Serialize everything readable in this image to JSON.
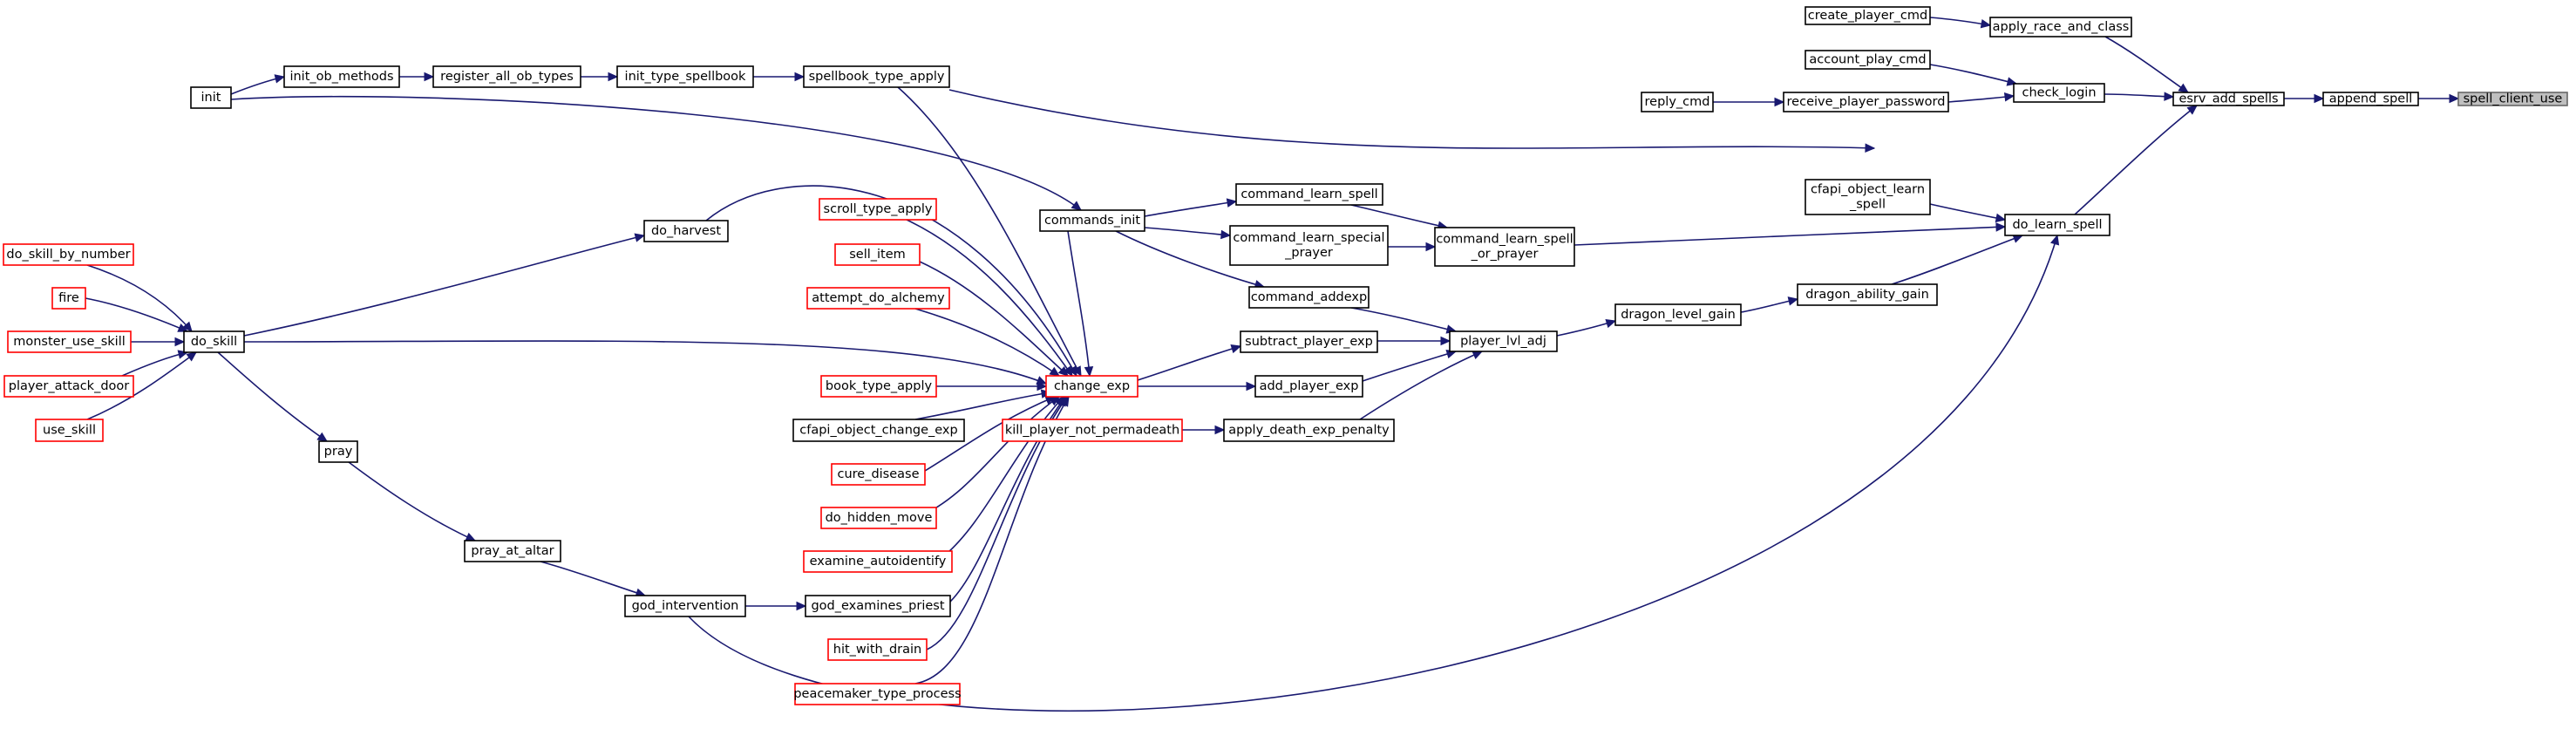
{
  "graph": {
    "nodes": [
      {
        "id": "spell_client_use",
        "lines": [
          "spell_client_use"
        ],
        "style": "root"
      },
      {
        "id": "append_spell",
        "lines": [
          "append_spell"
        ],
        "style": "black"
      },
      {
        "id": "esrv_add_spells",
        "lines": [
          "esrv_add_spells"
        ],
        "style": "black"
      },
      {
        "id": "apply_race_and_class",
        "lines": [
          "apply_race_and_class"
        ],
        "style": "black"
      },
      {
        "id": "create_player_cmd",
        "lines": [
          "create_player_cmd"
        ],
        "style": "black"
      },
      {
        "id": "check_login",
        "lines": [
          "check_login"
        ],
        "style": "black"
      },
      {
        "id": "account_play_cmd",
        "lines": [
          "account_play_cmd"
        ],
        "style": "black"
      },
      {
        "id": "receive_player_password",
        "lines": [
          "receive_player_password"
        ],
        "style": "black"
      },
      {
        "id": "reply_cmd",
        "lines": [
          "reply_cmd"
        ],
        "style": "black"
      },
      {
        "id": "do_learn_spell",
        "lines": [
          "do_learn_spell"
        ],
        "style": "black"
      },
      {
        "id": "cfapi_object_learn_spell",
        "lines": [
          "cfapi_object_learn",
          "_spell"
        ],
        "style": "black"
      },
      {
        "id": "dragon_ability_gain",
        "lines": [
          "dragon_ability_gain"
        ],
        "style": "black"
      },
      {
        "id": "dragon_level_gain",
        "lines": [
          "dragon_level_gain"
        ],
        "style": "black"
      },
      {
        "id": "player_lvl_adj",
        "lines": [
          "player_lvl_adj"
        ],
        "style": "black"
      },
      {
        "id": "command_learn_spell_or_prayer",
        "lines": [
          "command_learn_spell",
          "_or_prayer"
        ],
        "style": "black"
      },
      {
        "id": "command_learn_spell",
        "lines": [
          "command_learn_spell"
        ],
        "style": "black"
      },
      {
        "id": "command_learn_special_prayer",
        "lines": [
          "command_learn_special",
          "_prayer"
        ],
        "style": "black"
      },
      {
        "id": "command_addexp",
        "lines": [
          "command_addexp"
        ],
        "style": "black"
      },
      {
        "id": "subtract_player_exp",
        "lines": [
          "subtract_player_exp"
        ],
        "style": "black"
      },
      {
        "id": "add_player_exp",
        "lines": [
          "add_player_exp"
        ],
        "style": "black"
      },
      {
        "id": "apply_death_exp_penalty",
        "lines": [
          "apply_death_exp_penalty"
        ],
        "style": "black"
      },
      {
        "id": "kill_player_not_permadeath",
        "lines": [
          "kill_player_not_permadeath"
        ],
        "style": "red"
      },
      {
        "id": "commands_init",
        "lines": [
          "commands_init"
        ],
        "style": "black"
      },
      {
        "id": "change_exp",
        "lines": [
          "change_exp"
        ],
        "style": "red"
      },
      {
        "id": "spellbook_type_apply",
        "lines": [
          "spellbook_type_apply"
        ],
        "style": "black"
      },
      {
        "id": "init_type_spellbook",
        "lines": [
          "init_type_spellbook"
        ],
        "style": "black"
      },
      {
        "id": "register_all_ob_types",
        "lines": [
          "register_all_ob_types"
        ],
        "style": "black"
      },
      {
        "id": "init_ob_methods",
        "lines": [
          "init_ob_methods"
        ],
        "style": "black"
      },
      {
        "id": "init",
        "lines": [
          "init"
        ],
        "style": "black"
      },
      {
        "id": "scroll_type_apply",
        "lines": [
          "scroll_type_apply"
        ],
        "style": "red"
      },
      {
        "id": "sell_item",
        "lines": [
          "sell_item"
        ],
        "style": "red"
      },
      {
        "id": "attempt_do_alchemy",
        "lines": [
          "attempt_do_alchemy"
        ],
        "style": "red"
      },
      {
        "id": "book_type_apply",
        "lines": [
          "book_type_apply"
        ],
        "style": "red"
      },
      {
        "id": "cfapi_object_change_exp",
        "lines": [
          "cfapi_object_change_exp"
        ],
        "style": "black"
      },
      {
        "id": "cure_disease",
        "lines": [
          "cure_disease"
        ],
        "style": "red"
      },
      {
        "id": "do_hidden_move",
        "lines": [
          "do_hidden_move"
        ],
        "style": "red"
      },
      {
        "id": "examine_autoidentify",
        "lines": [
          "examine_autoidentify"
        ],
        "style": "red"
      },
      {
        "id": "god_examines_priest",
        "lines": [
          "god_examines_priest"
        ],
        "style": "black"
      },
      {
        "id": "hit_with_drain",
        "lines": [
          "hit_with_drain"
        ],
        "style": "red"
      },
      {
        "id": "peacemaker_type_process",
        "lines": [
          "peacemaker_type_process"
        ],
        "style": "red"
      },
      {
        "id": "do_harvest",
        "lines": [
          "do_harvest"
        ],
        "style": "black"
      },
      {
        "id": "do_skill",
        "lines": [
          "do_skill"
        ],
        "style": "black"
      },
      {
        "id": "do_skill_by_number",
        "lines": [
          "do_skill_by_number"
        ],
        "style": "red"
      },
      {
        "id": "fire",
        "lines": [
          "fire"
        ],
        "style": "red"
      },
      {
        "id": "monster_use_skill",
        "lines": [
          "monster_use_skill"
        ],
        "style": "red"
      },
      {
        "id": "player_attack_door",
        "lines": [
          "player_attack_door"
        ],
        "style": "red"
      },
      {
        "id": "use_skill",
        "lines": [
          "use_skill"
        ],
        "style": "red"
      },
      {
        "id": "pray",
        "lines": [
          "pray"
        ],
        "style": "black"
      },
      {
        "id": "pray_at_altar",
        "lines": [
          "pray_at_altar"
        ],
        "style": "black"
      },
      {
        "id": "god_intervention",
        "lines": [
          "god_intervention"
        ],
        "style": "black"
      }
    ],
    "edges": [
      [
        "append_spell",
        "spell_client_use"
      ],
      [
        "esrv_add_spells",
        "append_spell"
      ],
      [
        "apply_race_and_class",
        "esrv_add_spells"
      ],
      [
        "create_player_cmd",
        "apply_race_and_class"
      ],
      [
        "check_login",
        "esrv_add_spells"
      ],
      [
        "account_play_cmd",
        "check_login"
      ],
      [
        "receive_player_password",
        "check_login"
      ],
      [
        "reply_cmd",
        "receive_player_password"
      ],
      [
        "do_learn_spell",
        "esrv_add_spells"
      ],
      [
        "cfapi_object_learn_spell",
        "do_learn_spell"
      ],
      [
        "dragon_ability_gain",
        "do_learn_spell"
      ],
      [
        "dragon_level_gain",
        "dragon_ability_gain"
      ],
      [
        "player_lvl_adj",
        "dragon_level_gain"
      ],
      [
        "command_learn_spell_or_prayer",
        "do_learn_spell"
      ],
      [
        "command_learn_spell",
        "command_learn_spell_or_prayer"
      ],
      [
        "command_learn_special_prayer",
        "command_learn_spell_or_prayer"
      ],
      [
        "commands_init",
        "command_learn_spell"
      ],
      [
        "commands_init",
        "command_learn_special_prayer"
      ],
      [
        "commands_init",
        "command_addexp"
      ],
      [
        "init",
        "commands_init"
      ],
      [
        "command_addexp",
        "player_lvl_adj"
      ],
      [
        "subtract_player_exp",
        "player_lvl_adj"
      ],
      [
        "add_player_exp",
        "player_lvl_adj"
      ],
      [
        "apply_death_exp_penalty",
        "player_lvl_adj"
      ],
      [
        "kill_player_not_permadeath",
        "apply_death_exp_penalty"
      ],
      [
        "change_exp",
        "subtract_player_exp"
      ],
      [
        "change_exp",
        "add_player_exp"
      ],
      [
        "spellbook_type_apply",
        "do_learn_spell"
      ],
      [
        "init_type_spellbook",
        "spellbook_type_apply"
      ],
      [
        "register_all_ob_types",
        "init_type_spellbook"
      ],
      [
        "init_ob_methods",
        "register_all_ob_types"
      ],
      [
        "init",
        "init_ob_methods"
      ],
      [
        "god_intervention",
        "do_learn_spell"
      ],
      [
        "spellbook_type_apply",
        "change_exp"
      ],
      [
        "commands_init",
        "change_exp"
      ],
      [
        "do_harvest",
        "change_exp"
      ],
      [
        "scroll_type_apply",
        "change_exp"
      ],
      [
        "sell_item",
        "change_exp"
      ],
      [
        "attempt_do_alchemy",
        "change_exp"
      ],
      [
        "do_skill",
        "change_exp"
      ],
      [
        "book_type_apply",
        "change_exp"
      ],
      [
        "cfapi_object_change_exp",
        "change_exp"
      ],
      [
        "cure_disease",
        "change_exp"
      ],
      [
        "do_hidden_move",
        "change_exp"
      ],
      [
        "examine_autoidentify",
        "change_exp"
      ],
      [
        "god_examines_priest",
        "change_exp"
      ],
      [
        "hit_with_drain",
        "change_exp"
      ],
      [
        "peacemaker_type_process",
        "change_exp"
      ],
      [
        "do_skill",
        "do_harvest"
      ],
      [
        "do_skill_by_number",
        "do_skill"
      ],
      [
        "fire",
        "do_skill"
      ],
      [
        "monster_use_skill",
        "do_skill"
      ],
      [
        "player_attack_door",
        "do_skill"
      ],
      [
        "use_skill",
        "do_skill"
      ],
      [
        "do_skill",
        "pray"
      ],
      [
        "pray",
        "pray_at_altar"
      ],
      [
        "pray_at_altar",
        "god_intervention"
      ],
      [
        "god_intervention",
        "god_examines_priest"
      ]
    ]
  }
}
